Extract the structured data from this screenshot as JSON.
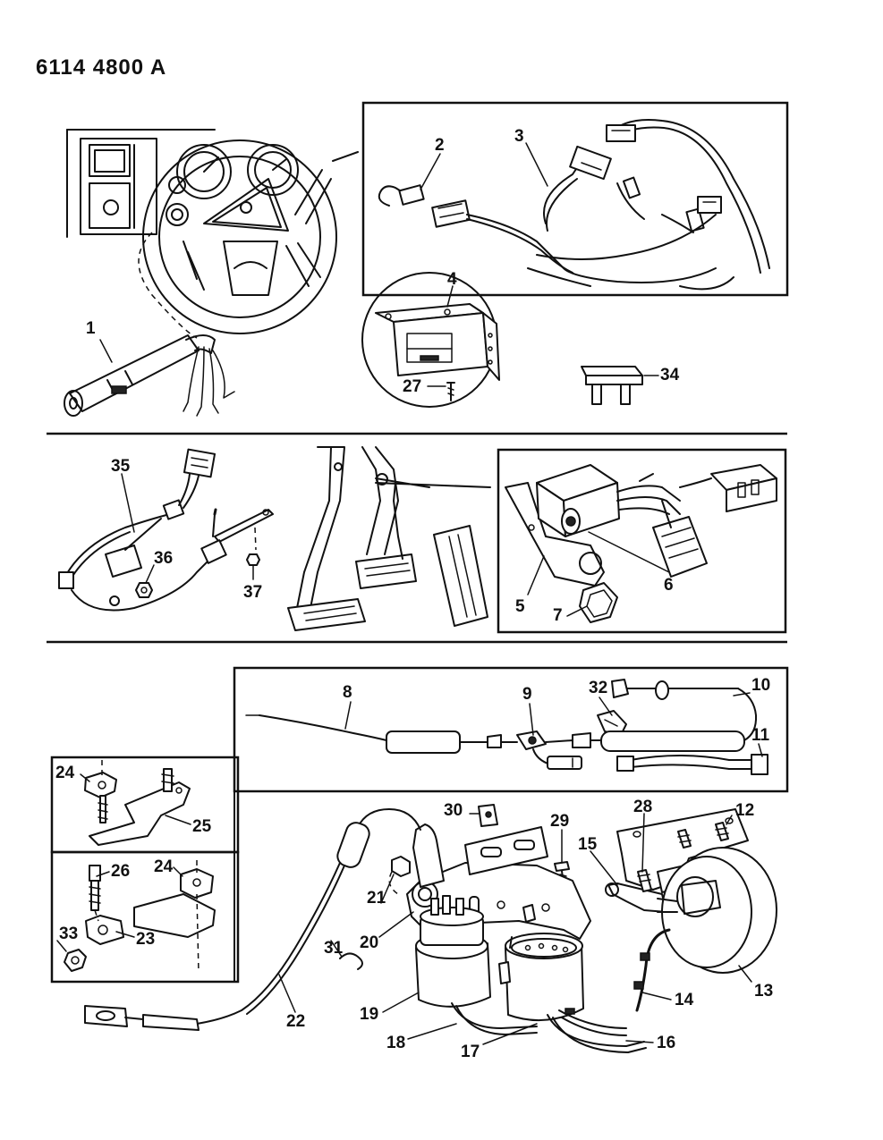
{
  "header": {
    "code": "6114 4800 A"
  },
  "callouts": [
    "1",
    "2",
    "3",
    "4",
    "27",
    "34",
    "35",
    "36",
    "37",
    "5",
    "6",
    "7",
    "8",
    "9",
    "32",
    "10",
    "11",
    "24",
    "25",
    "26",
    "23",
    "33",
    "30",
    "29",
    "28",
    "12",
    "15",
    "21",
    "20",
    "31",
    "22",
    "19",
    "18",
    "17",
    "16",
    "14",
    "13"
  ]
}
